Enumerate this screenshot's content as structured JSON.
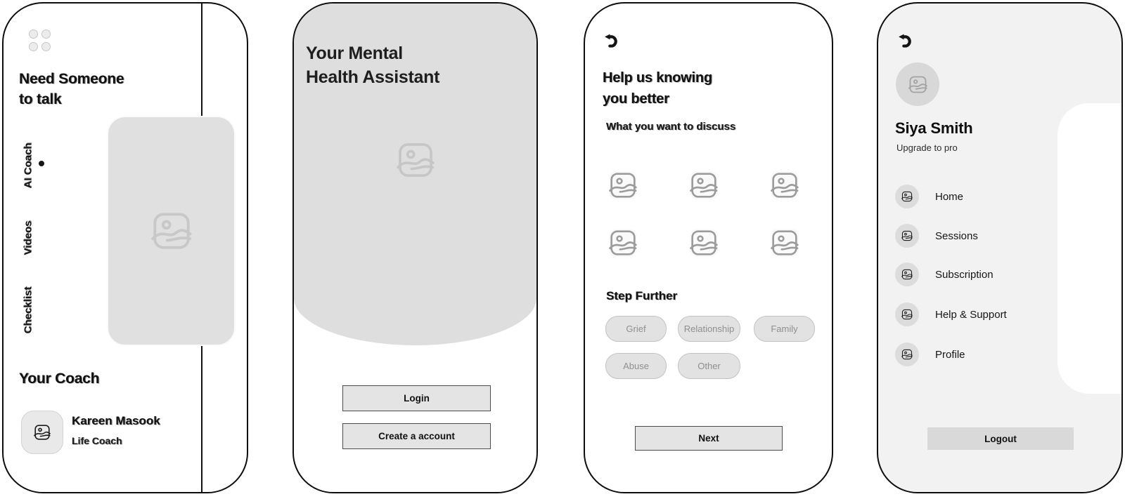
{
  "colors": {
    "frame": "#0d0d0d",
    "card_gray": "#e0e0e0",
    "header_gray": "#dedede",
    "button_gray": "#e4e4e4",
    "logout_gray": "#d9d9d9",
    "profile_bg": "#f2f2f2",
    "panel_white": "#ffffff",
    "chip_text": "#8f8f8f",
    "text_dark": "#111111"
  },
  "screens": {
    "home": {
      "title_line1": "Need Someone",
      "title_line2": "to talk",
      "nav": [
        {
          "label": "AI Coach"
        },
        {
          "label": "Videos"
        },
        {
          "label": "Checklist"
        }
      ],
      "section_title": "Your Coach",
      "coach": {
        "name": "Kareen Masook",
        "role": "Life Coach"
      }
    },
    "welcome": {
      "title_line1": "Your Mental",
      "title_line2": "Health Assistant",
      "login_label": "Login",
      "create_label": "Create a account"
    },
    "onboarding": {
      "title_line1": "Help us knowing",
      "title_line2": "you better",
      "subtitle": "What you want to discuss",
      "section_title": "Step Further",
      "chips": [
        {
          "label": "Grief"
        },
        {
          "label": "Relationship"
        },
        {
          "label": "Family"
        },
        {
          "label": "Abuse"
        },
        {
          "label": "Other"
        }
      ],
      "next_label": "Next"
    },
    "profile": {
      "name": "Siya Smith",
      "subtitle": "Upgrade to pro",
      "menu": [
        {
          "label": "Home"
        },
        {
          "label": "Sessions"
        },
        {
          "label": "Subscription"
        },
        {
          "label": "Help & Support"
        },
        {
          "label": "Profile"
        }
      ],
      "logout_label": "Logout"
    }
  }
}
